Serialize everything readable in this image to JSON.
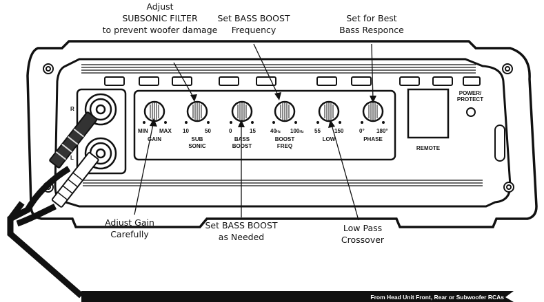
{
  "callouts": {
    "subsonic": [
      "Adjust",
      "SUBSONIC FILTER",
      "to prevent woofer damage"
    ],
    "bass_freq": [
      "Set BASS BOOST",
      "Frequency"
    ],
    "phase": [
      "Set for Best",
      "Bass Responce"
    ],
    "gain": [
      "Adjust Gain",
      "Carefully"
    ],
    "bass_boost": [
      "Set BASS BOOST",
      "as Needed"
    ],
    "low_pass": [
      "Low Pass",
      "Crossover"
    ]
  },
  "inputs": {
    "right": "R",
    "left": "L"
  },
  "controls": [
    {
      "min": "MIN",
      "max": "MAX",
      "name1": "GAIN",
      "name2": ""
    },
    {
      "min": "10",
      "max": "50",
      "name1": "SUB",
      "name2": "SONIC"
    },
    {
      "min": "0",
      "max": "15",
      "name1": "BASS",
      "name2": "BOOST"
    },
    {
      "min": "40",
      "min_unit": "Hz",
      "max": "100",
      "max_unit": "Hz",
      "name1": "BOOST",
      "name2": "FREQ"
    },
    {
      "min": "55",
      "max": "150",
      "name1": "LOW",
      "name2": ""
    },
    {
      "min": "0°",
      "max": "180°",
      "name1": "PHASE",
      "name2": ""
    }
  ],
  "remote_label": "REMOTE",
  "power_label": [
    "POWER/",
    "PROTECT"
  ],
  "banner": "From Head Unit Front, Rear or Subwoofer RCAs"
}
